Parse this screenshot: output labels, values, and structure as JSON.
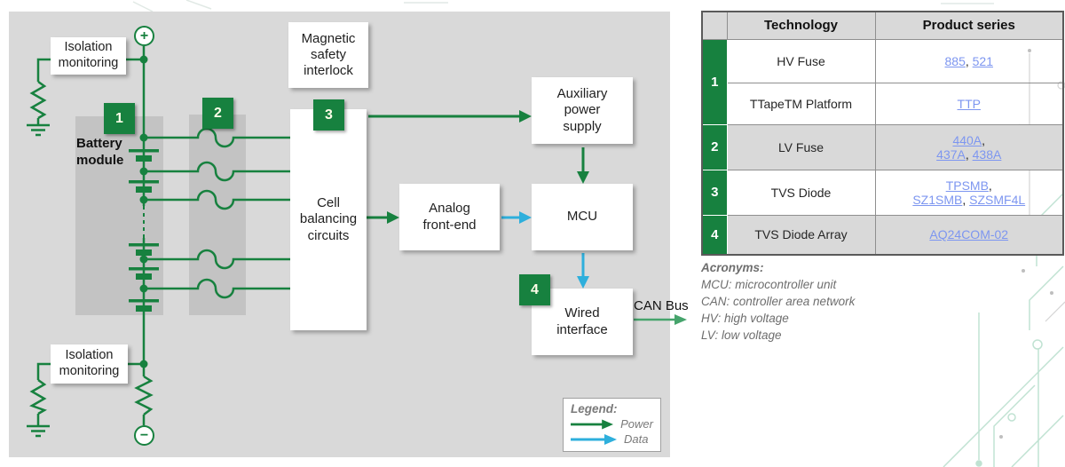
{
  "colors": {
    "green": "#17813f",
    "blue": "#2eafdc",
    "can_arrow_green": "#46a46c",
    "link_blue": "#7d96f0",
    "panel_gray": "#d9d9d9",
    "column_gray": "#c3c3c3"
  },
  "diagram": {
    "terminals": {
      "plus": "+",
      "minus": "−"
    },
    "badges": [
      "1",
      "2",
      "3",
      "4"
    ],
    "battery_label": "Battery\nmodule",
    "boxes": {
      "isolation_top": "Isolation\nmonitoring",
      "magnetic_interlock": "Magnetic\nsafety\ninterlock",
      "cell_balancing": "Cell\nbalancing\ncircuits",
      "analog_front_end": "Analog\nfront-end",
      "aux_power": "Auxiliary\npower\nsupply",
      "mcu": "MCU",
      "wired_interface": "Wired\ninterface",
      "isolation_bottom": "Isolation\nmonitoring"
    },
    "can_bus_label": "CAN Bus",
    "legend": {
      "title": "Legend:",
      "power": "Power",
      "data": "Data"
    }
  },
  "table": {
    "headers": {
      "technology": "Technology",
      "product_series": "Product series"
    },
    "rows": [
      {
        "num": "1",
        "technology": "HV Fuse",
        "link_lines": [
          [
            "885",
            "521"
          ]
        ]
      },
      {
        "technology": "TTapeTM Platform",
        "link_lines": [
          [
            "TTP"
          ]
        ]
      },
      {
        "num": "2",
        "technology": "LV Fuse",
        "link_lines": [
          [
            "440A"
          ],
          [
            "437A",
            "438A"
          ]
        ]
      },
      {
        "num": "3",
        "technology": "TVS Diode",
        "link_lines": [
          [
            "TPSMB"
          ],
          [
            "SZ1SMB",
            "SZSMF4L"
          ]
        ]
      },
      {
        "num": "4",
        "technology": "TVS Diode Array",
        "link_lines": [
          [
            "AQ24COM-02"
          ]
        ]
      }
    ]
  },
  "acronyms": {
    "title": "Acronyms:",
    "lines": [
      "MCU: microcontroller unit",
      "CAN: controller area network",
      "HV: high voltage",
      "LV: low voltage"
    ]
  }
}
